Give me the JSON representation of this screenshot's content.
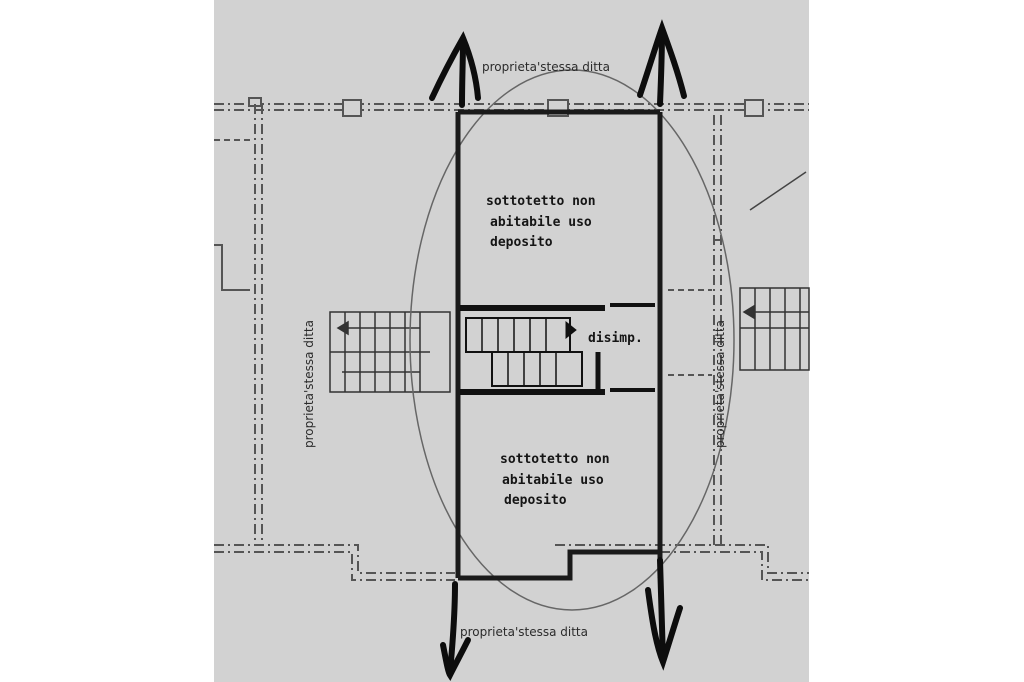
{
  "plan": {
    "labels": {
      "top": "proprieta'stessa ditta",
      "bottom": "proprieta'stessa ditta",
      "left": "proprieta'stessa ditta",
      "right": "proprieta'stessa ditta"
    },
    "rooms": {
      "upper": {
        "line1": "sottotetto non",
        "line2": "abitabile uso",
        "line3": "deposito"
      },
      "lower": {
        "line1": "sottotetto non",
        "line2": "abitabile uso",
        "line3": "deposito"
      },
      "landing": "disimp."
    },
    "colors": {
      "paper": "#d2d2d2",
      "ink": "#1a1a1a",
      "marker": "#0d0d0d"
    }
  }
}
